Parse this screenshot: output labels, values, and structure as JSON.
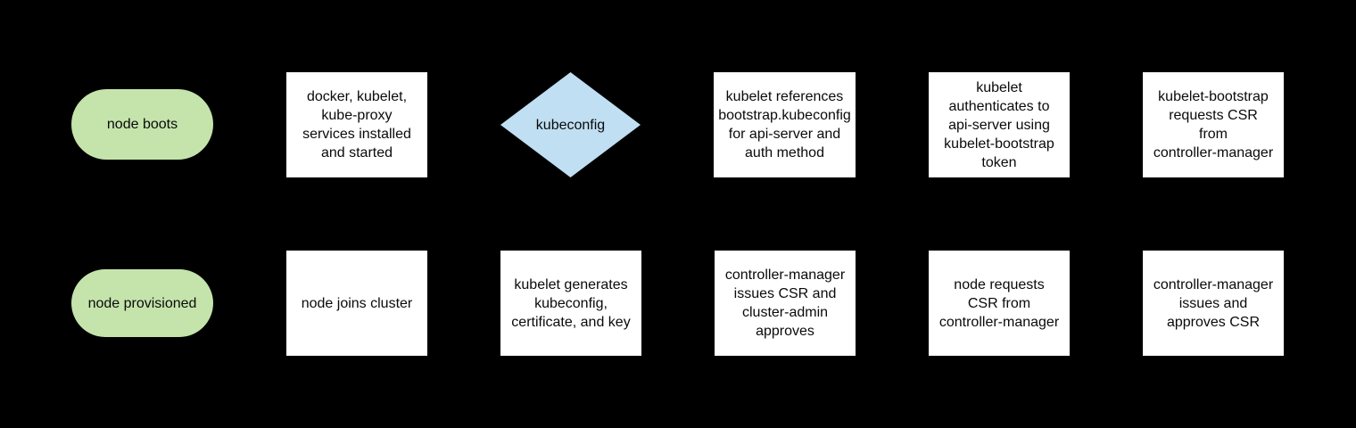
{
  "canvas": {
    "background_color": "#000000"
  },
  "colors": {
    "process_fill": "#ffffff",
    "terminal_fill": "#c5e4ab",
    "decision_fill": "#c0dff3",
    "text_color": "#0a0a0a"
  },
  "nodes": [
    {
      "id": "node-boots",
      "type": "terminal",
      "label": "node boots"
    },
    {
      "id": "services-installed",
      "type": "process",
      "label": "docker, kubelet,\nkube-proxy\nservices installed\nand started"
    },
    {
      "id": "kubeconfig-decision",
      "type": "decision",
      "label": "kubeconfig"
    },
    {
      "id": "kubelet-references-bootstrap",
      "type": "process",
      "label": "kubelet references\nbootstrap.kubeconfig\nfor api-server and\nauth method"
    },
    {
      "id": "kubelet-authenticates",
      "type": "process",
      "label": "kubelet\nauthenticates to\napi-server using\nkubelet-bootstrap\ntoken"
    },
    {
      "id": "kubelet-bootstrap-requests-csr",
      "type": "process",
      "label": "kubelet-bootstrap\nrequests CSR\nfrom\ncontroller-manager"
    },
    {
      "id": "node-provisioned",
      "type": "terminal",
      "label": "node provisioned"
    },
    {
      "id": "node-joins-cluster",
      "type": "process",
      "label": "node joins cluster"
    },
    {
      "id": "kubelet-generates",
      "type": "process",
      "label": "kubelet generates\nkubeconfig,\ncertificate, and key"
    },
    {
      "id": "cm-issues-cluster-admin-approves",
      "type": "process",
      "label": "controller-manager\nissues CSR and\ncluster-admin\napproves"
    },
    {
      "id": "node-requests-csr",
      "type": "process",
      "label": "node requests\nCSR from\ncontroller-manager"
    },
    {
      "id": "cm-issues-and-approves",
      "type": "process",
      "label": "controller-manager\nissues and\napproves CSR"
    }
  ]
}
